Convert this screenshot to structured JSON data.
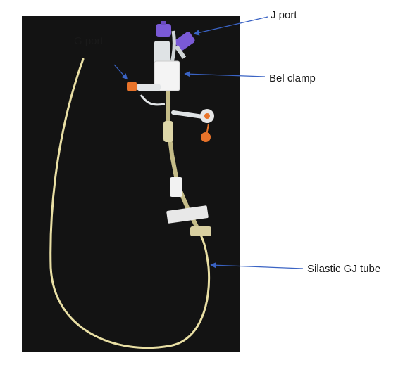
{
  "labels": {
    "j_port": "J port",
    "g_port": "G port",
    "bel_clamp": "Bel clamp",
    "gj_tube": "Silastic GJ tube"
  },
  "colors": {
    "background": "#131313",
    "tube": "#e9dfa4",
    "arrow": "#3a63c4",
    "j_port": "#7a5ad6",
    "g_port": "#e8732a"
  }
}
